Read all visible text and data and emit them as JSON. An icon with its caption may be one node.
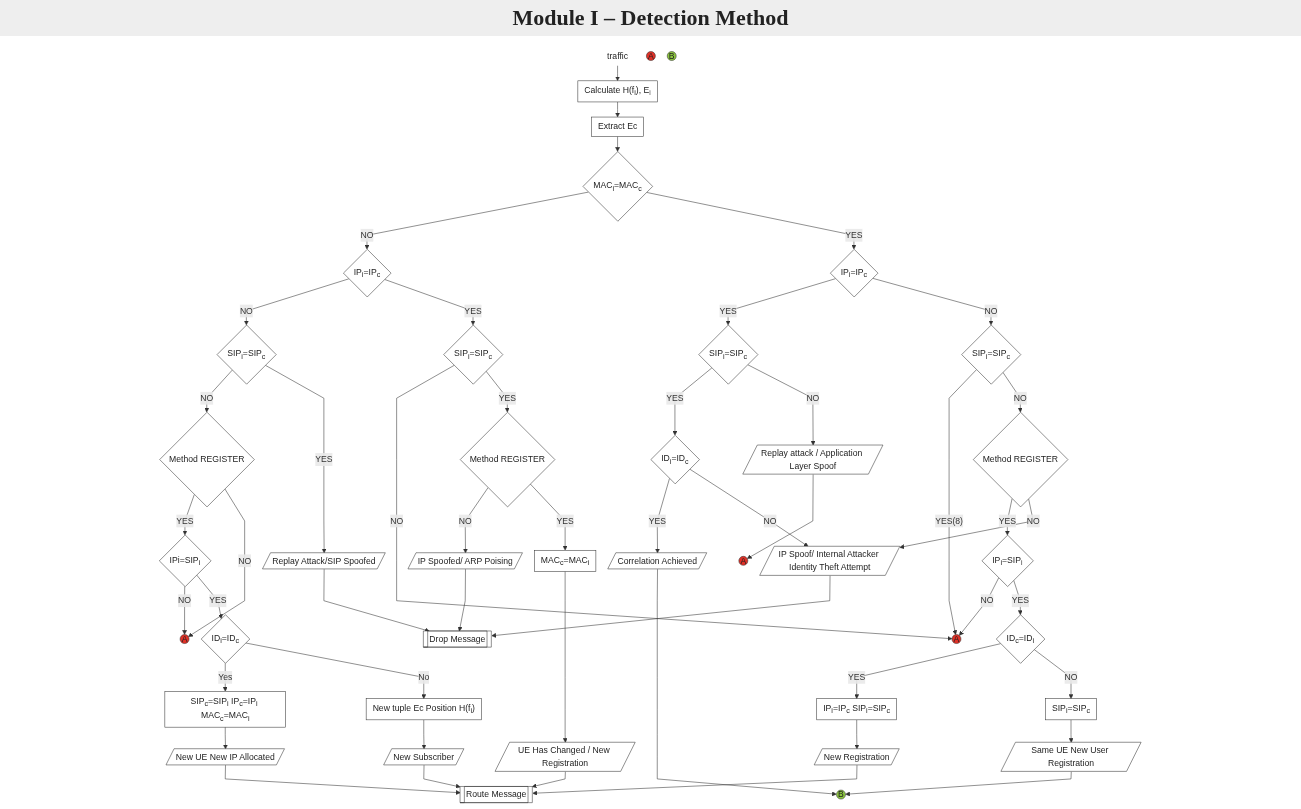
{
  "diagram": {
    "title": "Module I – Detection Method",
    "nodes": [
      {
        "text": [
          "traffic"
        ]
      },
      {
        "text": [
          "Calculate H(f$_{i}$), E$_{i}$"
        ]
      },
      {
        "text": [
          "Extract Ec"
        ]
      },
      {
        "text": [
          "MAC$_{i}$=MAC$_{c}$"
        ]
      },
      {
        "text": [
          "IP$_{i}$=IP$_{c}$"
        ]
      },
      {
        "text": [
          "SIP$_{i}$=SIP$_{c}$"
        ]
      },
      {
        "text": [
          "Method REGISTER"
        ]
      },
      {
        "text": [
          "IPi=SIP$_{i}$"
        ]
      },
      {
        "text": [
          "A"
        ]
      },
      {
        "text": [
          "Replay Attack/SIP Spoofed"
        ]
      },
      {
        "text": [
          "ID$_{i}$=ID$_{c}$"
        ]
      },
      {
        "text": [
          "SIP$_{c}$=SIP$_{i}$ IP$_{c}$=IP$_{i}$ MAC$_{c}$=MAC$_{i}$"
        ]
      },
      {
        "text": [
          "New tuple Ec Position H(f$_{i}$)"
        ]
      },
      {
        "text": [
          "New UE New IP Allocated"
        ]
      },
      {
        "text": [
          "New Subscriber"
        ]
      },
      {
        "text": [
          "SIP$_{i}$=SIP$_{c}$"
        ]
      },
      {
        "text": [
          "A"
        ]
      },
      {
        "text": [
          "Method REGISTER"
        ]
      },
      {
        "text": [
          "IP Spoofed/ ARP Poising"
        ]
      },
      {
        "text": [
          "MAC$_{c}$=MAC$_{i}$"
        ]
      },
      {
        "text": [
          "UE Has Changed / New Registration"
        ]
      },
      {
        "text": [
          "A"
        ]
      },
      {
        "text": [
          "Drop Message"
        ]
      },
      {
        "text": [
          "B"
        ]
      },
      {
        "text": [
          "Route Message"
        ]
      },
      {
        "text": [
          "IP$_{i}$=IP$_{c}$"
        ]
      },
      {
        "text": [
          "SIP$_{i}$=SIP$_{c}$"
        ]
      },
      {
        "text": [
          "Method REGISTER"
        ]
      },
      {
        "text": [
          "IP$_{i}$=SIP$_{i}$"
        ]
      },
      {
        "text": [
          "ID$_{c}$=ID$_{i}$"
        ]
      },
      {
        "text": [
          "IP$_{i}$=IP$_{c}$ SIP$_{i}$=SIP$_{c}$"
        ]
      },
      {
        "text": [
          "New Registration"
        ]
      },
      {
        "text": [
          "SIP$_{i}$=SIP$_{c}$"
        ]
      },
      {
        "text": [
          "Same UE New User Registration"
        ]
      },
      {
        "text": [
          "SIP$_{i}$=SIP$_{c}$"
        ]
      },
      {
        "text": [
          "Replay attack / Application Layer Spoof"
        ]
      },
      {
        "text": [
          "A"
        ]
      },
      {
        "text": [
          "ID$_{i}$=ID$_{c}$"
        ]
      },
      {
        "text": [
          "Correlation Achieved"
        ]
      },
      {
        "text": [
          "B"
        ]
      },
      {
        "text": [
          "IP Spoof/ Internal Attacker Identity Theft Attempt"
        ]
      }
    ],
    "edges": [
      {
        "from": 0,
        "to": 1,
        "arrow": "to"
      },
      {
        "from": 1,
        "to": 2,
        "arrow": "to"
      },
      {
        "from": 2,
        "to": 3,
        "arrow": "to"
      },
      {
        "from": 3,
        "to": 4,
        "arrow": "to",
        "label": "NO"
      },
      {
        "from": 4,
        "to": 5,
        "arrow": "to",
        "label": "NO"
      },
      {
        "from": 5,
        "to": 6,
        "arrow": "to",
        "label": "NO"
      },
      {
        "from": 6,
        "to": 7,
        "arrow": "to",
        "label": "YES"
      },
      {
        "from": 6,
        "to": 8,
        "arrow": "to",
        "label": "NO"
      },
      {
        "from": 7,
        "to": 8,
        "arrow": "to",
        "label": "NO"
      },
      {
        "from": 7,
        "to": 10,
        "arrow": "to",
        "label": "YES"
      },
      {
        "from": 5,
        "to": 9,
        "arrow": "to",
        "label": "YES"
      },
      {
        "from": 9,
        "to": 22,
        "arrow": "to"
      },
      {
        "from": 10,
        "to": 11,
        "arrow": "to",
        "label": "Yes"
      },
      {
        "from": 10,
        "to": 12,
        "arrow": "to",
        "label": "No"
      },
      {
        "from": 11,
        "to": 13,
        "arrow": "to"
      },
      {
        "from": 12,
        "to": 14,
        "arrow": "to"
      },
      {
        "from": 13,
        "to": 24,
        "arrow": "to"
      },
      {
        "from": 14,
        "to": 24,
        "arrow": "to"
      },
      {
        "from": 18,
        "to": 22,
        "arrow": "to"
      },
      {
        "from": 4,
        "to": 15,
        "arrow": "to",
        "label": "YES"
      },
      {
        "from": 15,
        "to": 16,
        "arrow": "to",
        "label": "NO"
      },
      {
        "from": 15,
        "to": 17,
        "arrow": "to",
        "label": "YES"
      },
      {
        "from": 17,
        "to": 18,
        "arrow": "to",
        "label": "NO"
      },
      {
        "from": 17,
        "to": 19,
        "arrow": "to",
        "label": "YES"
      },
      {
        "from": 19,
        "to": 20,
        "arrow": "to"
      },
      {
        "from": 20,
        "to": 24,
        "arrow": "to"
      },
      {
        "from": 3,
        "to": 25,
        "arrow": "to",
        "label": "YES"
      },
      {
        "from": 25,
        "to": 34,
        "arrow": "to",
        "label": "YES"
      },
      {
        "from": 34,
        "to": 37,
        "arrow": "to",
        "label": "YES"
      },
      {
        "from": 25,
        "to": 26,
        "arrow": "to",
        "label": "NO"
      },
      {
        "from": 26,
        "to": 16,
        "arrow": "to",
        "label": "YES(8)"
      },
      {
        "from": 26,
        "to": 27,
        "arrow": "to",
        "label": "NO"
      },
      {
        "from": 27,
        "to": 28,
        "arrow": "to",
        "label": "YES"
      },
      {
        "from": 28,
        "to": 16,
        "arrow": "to",
        "label": "NO"
      },
      {
        "from": 28,
        "to": 29,
        "arrow": "to",
        "label": "YES"
      },
      {
        "from": 29,
        "to": 30,
        "arrow": "to",
        "label": "YES"
      },
      {
        "from": 29,
        "to": 32,
        "arrow": "to",
        "label": "NO"
      },
      {
        "from": 27,
        "to": 40,
        "arrow": "to",
        "label": "NO"
      },
      {
        "from": 30,
        "to": 31,
        "arrow": "to"
      },
      {
        "from": 31,
        "to": 24,
        "arrow": "to"
      },
      {
        "from": 32,
        "to": 33,
        "arrow": "to"
      },
      {
        "from": 33,
        "to": 39,
        "arrow": "to"
      },
      {
        "from": 34,
        "to": 35,
        "arrow": "to",
        "label": "NO"
      },
      {
        "from": 35,
        "to": 36,
        "arrow": "to"
      },
      {
        "from": 37,
        "to": 38,
        "arrow": "to",
        "label": "YES"
      },
      {
        "from": 37,
        "to": 40,
        "arrow": "to",
        "label": "NO"
      },
      {
        "from": 38,
        "to": 39,
        "arrow": "to"
      },
      {
        "from": 40,
        "to": 22,
        "arrow": "to"
      }
    ]
  }
}
